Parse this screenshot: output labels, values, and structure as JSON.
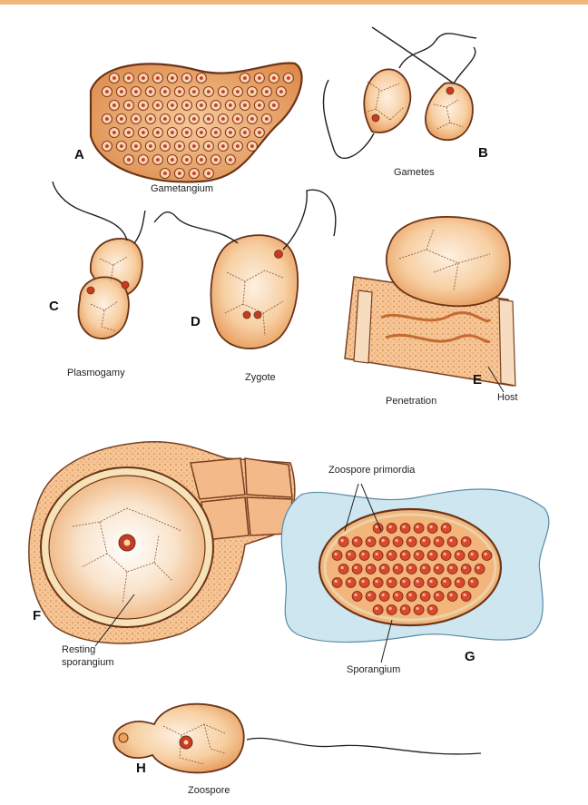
{
  "panels": {
    "A": {
      "letter": "A",
      "caption": "Gametangium"
    },
    "B": {
      "letter": "B",
      "caption": "Gametes"
    },
    "C": {
      "letter": "C",
      "caption": "Plasmogamy"
    },
    "D": {
      "letter": "D",
      "caption": "Zygote"
    },
    "E": {
      "letter": "E",
      "caption": "Penetration",
      "callout": "Host"
    },
    "F": {
      "letter": "F",
      "caption_line1": "Resting",
      "caption_line2": "sporangium"
    },
    "G": {
      "letter": "G",
      "caption": "Sporangium",
      "callout": "Zoospore primordia"
    },
    "H": {
      "letter": "H",
      "caption": "Zoospore"
    }
  },
  "colors": {
    "cell_fill": "#f3c08a",
    "cell_edge": "#6b3418",
    "nucleus": "#c83a22",
    "nucleus_light": "#f8d6b4",
    "water": "#cde6ef",
    "host_wall": "#e7a264",
    "top_bar": "#f0b878"
  }
}
